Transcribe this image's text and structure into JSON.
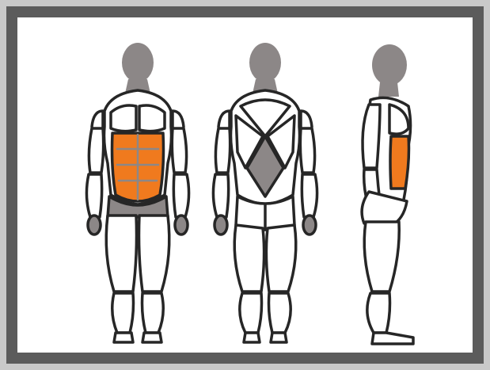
{
  "colors": {
    "outline": "#262626",
    "muscle_fill": "#ffffff",
    "deep_fill": "#8c8787",
    "head_fill": "#8c8787",
    "highlight": "#f07a1e",
    "frame": "#5c5c5c",
    "background": "#c9c9c9"
  },
  "figures": [
    {
      "view": "front",
      "highlighted_muscle": "abdominals"
    },
    {
      "view": "back",
      "highlighted_muscle": "none"
    },
    {
      "view": "side",
      "highlighted_muscle": "abdominals"
    }
  ]
}
